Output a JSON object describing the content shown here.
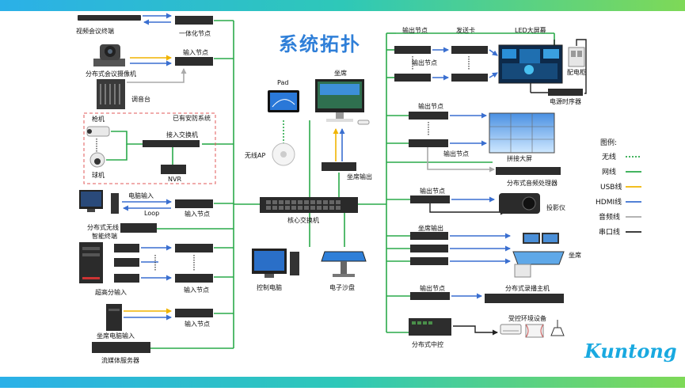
{
  "title": "系统拓扑",
  "logo": "Kuntong",
  "colors": {
    "network": "#2aaa4a",
    "hdmi": "#3a6fd0",
    "usb": "#f0b400",
    "audio": "#aaaaaa",
    "serial": "#222222",
    "wireless": "#2aaa4a",
    "title": "#2f7fd8",
    "logo": "#19a9e0"
  },
  "labels": {
    "video_terminal": "视频会议终端",
    "integrated_node": "一体化节点",
    "dist_camera": "分布式会议摄像机",
    "input_node": "输入节点",
    "mixer": "调音台",
    "security_existing": "已有安防系统",
    "gun_cam": "枪机",
    "access_switch": "接入交换机",
    "dome_cam": "球机",
    "nvr": "NVR",
    "pc_input": "电脑输入",
    "loop": "Loop",
    "dist_wireless": "分布式无线",
    "smart_terminal": "智能终端",
    "hd_input": "超高分输入",
    "seat_pc_input": "坐席电脑输入",
    "streaming_server": "流媒体服务器",
    "pad": "Pad",
    "seat_top": "坐席",
    "wireless_ap": "无线AP",
    "seat_output": "坐席输出",
    "core_switch": "核心交换机",
    "control_pc": "控制电脑",
    "sandbox": "电子沙盘",
    "output_node": "输出节点",
    "sender_card": "发送卡",
    "led_screen": "LED大屏幕",
    "power_cabinet": "配电柜",
    "power_sequencer": "电源时序器",
    "splice_screen": "拼接大屏",
    "audio_processor": "分布式音频处理器",
    "projector": "投影仪",
    "seat_right": "坐席",
    "recording_host": "分布式录播主机",
    "central_control": "分布式中控",
    "env_devices": "受控环境设备"
  },
  "legend": {
    "title": "图例:",
    "items": [
      {
        "label": "无线",
        "style": "wireless"
      },
      {
        "label": "网线",
        "style": "network"
      },
      {
        "label": "USB线",
        "style": "usb"
      },
      {
        "label": "HDMI线",
        "style": "hdmi"
      },
      {
        "label": "音频线",
        "style": "audio"
      },
      {
        "label": "串口线",
        "style": "serial"
      }
    ]
  }
}
